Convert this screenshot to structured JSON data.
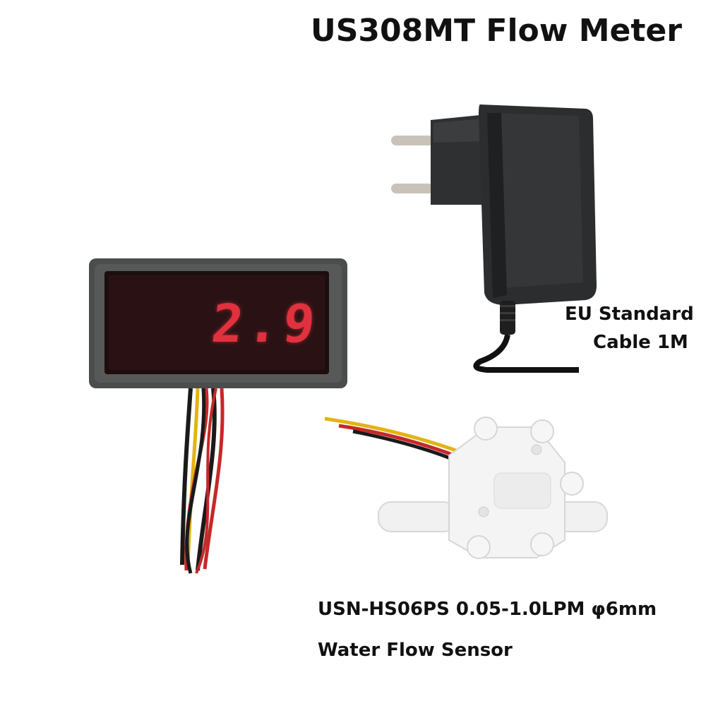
{
  "header": {
    "title": "US308MT Flow Meter"
  },
  "adapter": {
    "caption_line1": "EU Standard",
    "caption_line2": "Cable 1M"
  },
  "meter": {
    "display_reading": "2.9"
  },
  "sensor": {
    "caption_line1": "USN-HS06PS 0.05-1.0LPM φ6mm",
    "caption_line2": "Water Flow Sensor"
  },
  "colors": {
    "display_red": "#e0313f",
    "meter_body": "#4a4d4c",
    "adapter_body": "#3a3b3c",
    "sensor_body": "#f2f2f2",
    "wire_red": "#c62828",
    "wire_yellow": "#e2b414",
    "wire_black": "#1a1a1a"
  }
}
